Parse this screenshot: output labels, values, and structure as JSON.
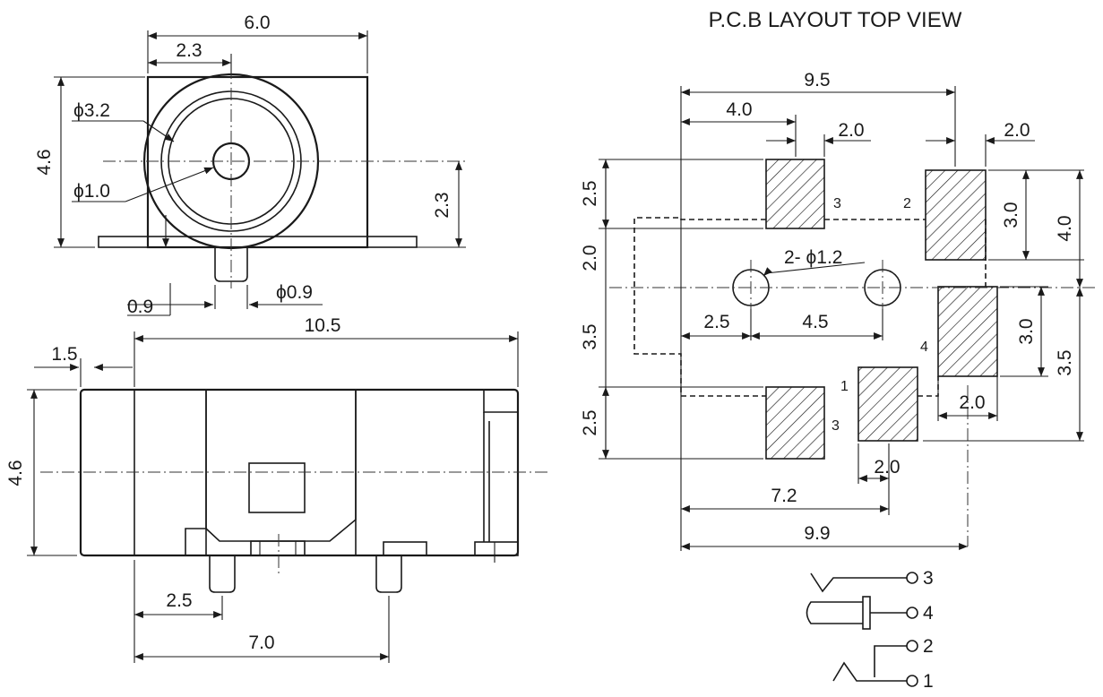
{
  "title": "P.C.B LAYOUT TOP VIEW",
  "front_view": {
    "width": "6.0",
    "offset": "2.3",
    "height": "4.6",
    "center_height": "2.3",
    "outer_dia": "ϕ3.2",
    "pin_dia": "ϕ1.0",
    "pin_width": "ϕ0.9",
    "pin_offset": "0.9"
  },
  "side_view": {
    "length": "10.5",
    "front_offset": "1.5",
    "height": "4.6",
    "pin1_pos": "2.5",
    "pin2_pos": "7.0"
  },
  "pcb": {
    "total_top": "9.5",
    "pad_left": "4.0",
    "pad_w1": "2.0",
    "pad_w2": "2.0",
    "row1": "2.5",
    "row2": "2.0",
    "row3": "3.5",
    "row4": "2.5",
    "hole_spec": "2- ϕ1.2",
    "hole_left": "2.5",
    "hole_span": "4.5",
    "pad2_h": "3.0",
    "right_upper": "4.0",
    "pad4_h": "3.0",
    "right_lower": "3.5",
    "pad4_w": "2.0",
    "pad1_w": "2.0",
    "bottom_72": "7.2",
    "bottom_99": "9.9",
    "pad_labels": [
      "3",
      "2",
      "4",
      "1",
      "3"
    ]
  },
  "schematic": {
    "pins": [
      "3",
      "4",
      "2",
      "1"
    ]
  }
}
